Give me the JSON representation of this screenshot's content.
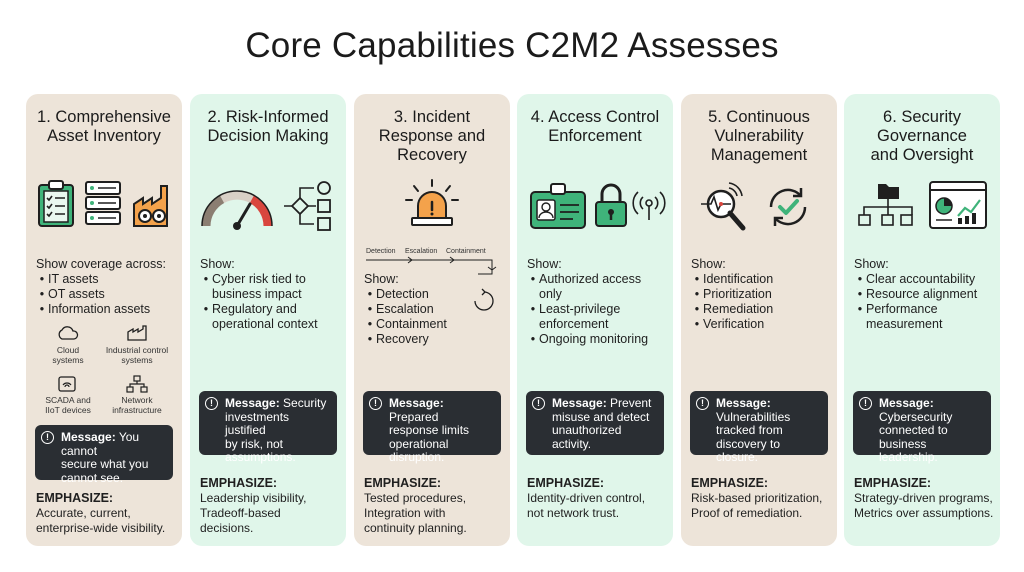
{
  "title": "Core Capabilities C2M2 Assesses",
  "colors": {
    "beige": "#ede4d9",
    "mint": "#e0f6ea",
    "accent_green": "#2e9a63",
    "message_bg": "#2a2e33"
  },
  "columns": [
    {
      "title_lines": [
        "1. Comprehensive",
        "Asset Inventory"
      ],
      "icons": [
        "clipboard-checklist-icon",
        "server-rack-icon",
        "factory-gears-icon"
      ],
      "show_label": "Show coverage across:",
      "bullets": [
        "IT assets",
        "OT assets",
        "Information assets"
      ],
      "subicons": [
        {
          "icon": "cloud-icon",
          "label_lines": [
            "Cloud",
            "systems"
          ]
        },
        {
          "icon": "industrial-control-icon",
          "label_lines": [
            "Industrial control",
            "systems"
          ]
        },
        {
          "icon": "wifi-device-icon",
          "label_lines": [
            "SCADA and",
            "IIoT devices"
          ]
        },
        {
          "icon": "network-icon",
          "label_lines": [
            "Network",
            "infrastructure"
          ]
        }
      ],
      "message_label": "Message:",
      "message_lines": [
        " You cannot",
        "secure what you",
        "cannot see."
      ],
      "emphasize_label": "EMPHASIZE:",
      "emphasize_lines": [
        "Accurate, current,",
        "enterprise-wide visibility."
      ]
    },
    {
      "title_lines": [
        "2. Risk-Informed",
        "Decision Making"
      ],
      "icons": [
        "risk-gauge-icon",
        "decision-flow-icon"
      ],
      "show_label": "Show:",
      "bullets": [
        "Cyber risk tied to business impact",
        "Regulatory and operational context"
      ],
      "message_label": "Message:",
      "message_lines": [
        " Security",
        "investments justified",
        "by risk, not",
        "assumptions."
      ],
      "emphasize_label": "EMPHASIZE:",
      "emphasize_lines": [
        "Leadership visibility,",
        "Tradeoff-based",
        "decisions."
      ]
    },
    {
      "title_lines": [
        "3. Incident",
        "Response and",
        "Recovery"
      ],
      "icons": [
        "alarm-siren-icon"
      ],
      "timeline": [
        "Detection",
        "Escalation",
        "Containment"
      ],
      "show_label": "Show:",
      "bullets": [
        "Detection",
        "Escalation",
        "Containment",
        "Recovery"
      ],
      "message_label": "Message:",
      "message_lines": [
        " Prepared",
        "response limits",
        "operational",
        "disruption."
      ],
      "emphasize_label": "EMPHASIZE:",
      "emphasize_lines": [
        "Tested procedures,",
        "Integration with",
        "continuity planning."
      ]
    },
    {
      "title_lines": [
        "4. Access Control",
        "Enforcement"
      ],
      "icons": [
        "id-badge-icon",
        "padlock-icon",
        "wireless-signal-icon"
      ],
      "show_label": "Show:",
      "bullets": [
        "Authorized access only",
        "Least-privilege enforcement",
        "Ongoing monitoring"
      ],
      "message_label": "Message:",
      "message_lines": [
        " Prevent",
        "misuse and detect",
        "unauthorized",
        "activity."
      ],
      "emphasize_label": "EMPHASIZE:",
      "emphasize_lines": [
        "Identity-driven control,",
        "not network trust."
      ]
    },
    {
      "title_lines": [
        "5. Continuous",
        "Vulnerability",
        "Management"
      ],
      "icons": [
        "magnifier-pulse-icon",
        "cycle-check-icon"
      ],
      "show_label": "Show:",
      "bullets": [
        "Identification",
        "Prioritization",
        "Remediation",
        "Verification"
      ],
      "message_label": "Message:",
      "message_lines": [
        "",
        "Vulnerabilities",
        "tracked from",
        "discovery to closure."
      ],
      "emphasize_label": "EMPHASIZE:",
      "emphasize_lines": [
        "Risk-based prioritization,",
        "Proof of remediation."
      ]
    },
    {
      "title_lines": [
        "6. Security",
        "Governance",
        "and Oversight"
      ],
      "icons": [
        "org-chart-icon",
        "dashboard-icon"
      ],
      "show_label": "Show:",
      "bullets": [
        "Clear accountability",
        "Resource alignment",
        "Performance measurement"
      ],
      "message_label": "Message:",
      "message_lines": [
        "",
        "Cybersecurity",
        "connected to",
        "business leadership."
      ],
      "emphasize_label": "EMPHASIZE:",
      "emphasize_lines": [
        "Strategy-driven programs,",
        "Metrics over assumptions."
      ]
    }
  ]
}
